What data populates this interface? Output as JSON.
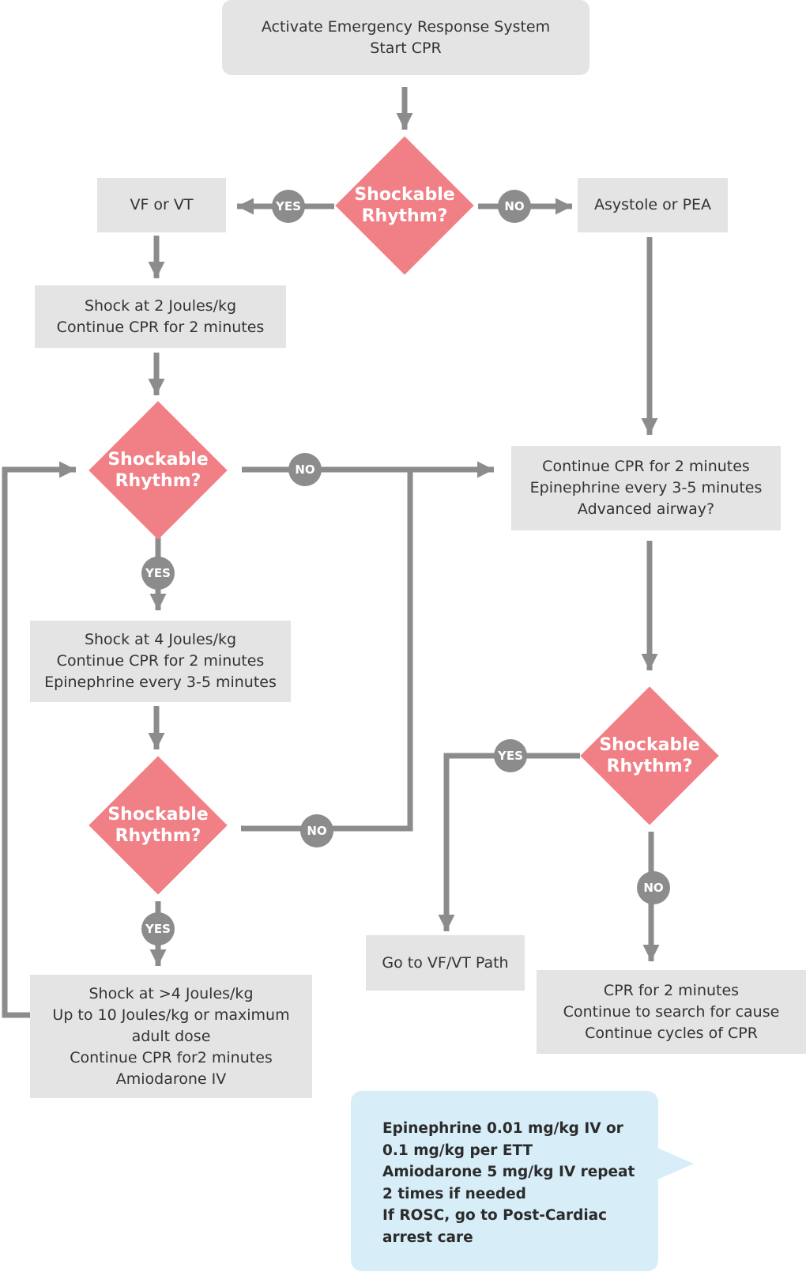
{
  "start_box": {
    "lines": [
      "Activate Emergency Response System",
      "Start CPR"
    ]
  },
  "decision_top": {
    "lines": [
      "Shockable",
      "Rhythm?"
    ],
    "yes": "YES",
    "no": "NO"
  },
  "vf_vt_box": {
    "lines": [
      "VF or VT"
    ]
  },
  "asystole_box": {
    "lines": [
      "Asystole or PEA"
    ]
  },
  "shock2_box": {
    "lines": [
      "Shock at 2 Joules/kg",
      "Continue CPR for 2 minutes"
    ]
  },
  "decision_left1": {
    "lines": [
      "Shockable",
      "Rhythm?"
    ],
    "yes": "YES",
    "no": "NO"
  },
  "epi_box": {
    "lines": [
      "Continue CPR for 2 minutes",
      "Epinephrine every 3-5 minutes",
      "Advanced airway?"
    ]
  },
  "shock4_box": {
    "lines": [
      "Shock at 4 Joules/kg",
      "Continue CPR for 2 minutes",
      "Epinephrine every 3-5 minutes"
    ]
  },
  "decision_right": {
    "lines": [
      "Shockable",
      "Rhythm?"
    ],
    "yes": "YES",
    "no": "NO"
  },
  "decision_left2": {
    "lines": [
      "Shockable",
      "Rhythm?"
    ],
    "yes": "YES",
    "no": "NO"
  },
  "vfvt_path_box": {
    "lines": [
      "Go to VF/VT Path"
    ]
  },
  "cpr_cause_box": {
    "lines": [
      "CPR for 2 minutes",
      "Continue to search for cause",
      "Continue cycles of CPR"
    ]
  },
  "shock_max_box": {
    "lines": [
      "Shock at >4 Joules/kg",
      "Up to 10 Joules/kg or maximum",
      "adult dose",
      "Continue CPR for2 minutes",
      "Amiodarone IV"
    ]
  },
  "callout": {
    "lines": [
      "Epinephrine 0.01 mg/kg IV or",
      "0.1 mg/kg per ETT",
      "Amiodarone 5 mg/kg IV repeat",
      "2 times if needed",
      "If ROSC, go to Post-Cardiac",
      "arrest care"
    ]
  },
  "colors": {
    "box_fill": "#e4e4e4",
    "decision_fill": "#f17f86",
    "connector": "#8c8c8c",
    "callout_fill": "#d7edf8"
  }
}
